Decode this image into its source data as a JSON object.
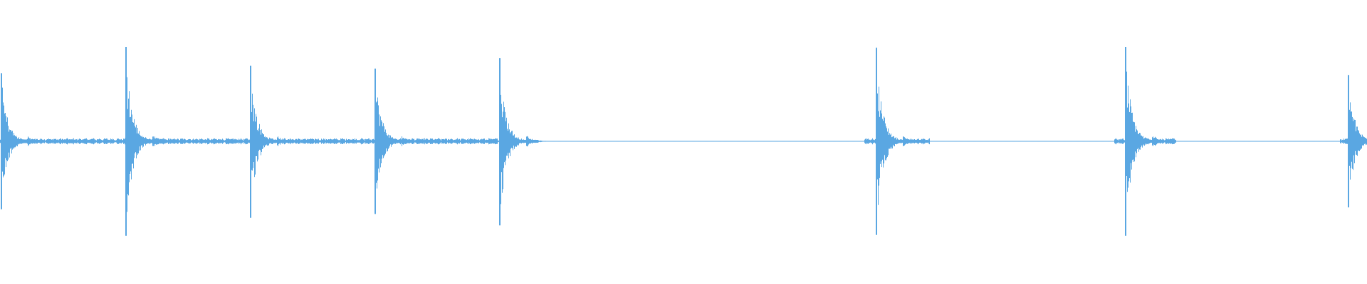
{
  "waveform": {
    "color": "#5aa7e2",
    "peaks": [
      {
        "time_fraction": 0.0,
        "amplitude_up": 0.72,
        "amplitude_down": 0.72
      },
      {
        "time_fraction": 0.0918,
        "amplitude_up": 1.0,
        "amplitude_down": 1.0
      },
      {
        "time_fraction": 0.1829,
        "amplitude_up": 0.8,
        "amplitude_down": 0.81
      },
      {
        "time_fraction": 0.2742,
        "amplitude_up": 0.77,
        "amplitude_down": 0.77
      },
      {
        "time_fraction": 0.365,
        "amplitude_up": 0.88,
        "amplitude_down": 0.89
      },
      {
        "time_fraction": 0.6406,
        "amplitude_up": 0.99,
        "amplitude_down": 0.99
      },
      {
        "time_fraction": 0.8227,
        "amplitude_up": 1.0,
        "amplitude_down": 1.0
      },
      {
        "time_fraction": 0.986,
        "amplitude_up": 0.7,
        "amplitude_down": 0.7
      }
    ],
    "quiet_gaps": [
      {
        "start_fraction": 0.38,
        "end_fraction": 0.632
      },
      {
        "start_fraction": 0.68,
        "end_fraction": 0.815
      },
      {
        "start_fraction": 0.86,
        "end_fraction": 0.98
      }
    ]
  }
}
